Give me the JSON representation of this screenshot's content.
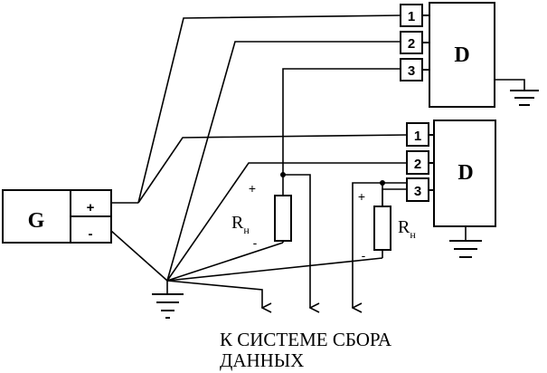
{
  "generator": {
    "label": "G",
    "plus": "+",
    "minus": "-"
  },
  "device_top": {
    "label": "D",
    "pins": [
      "1",
      "2",
      "3"
    ]
  },
  "device_bottom": {
    "label": "D",
    "pins": [
      "1",
      "2",
      "3"
    ]
  },
  "load_left": {
    "label": "R",
    "subscript": "н",
    "plus": "+",
    "minus": "-"
  },
  "load_right": {
    "label": "R",
    "subscript": "н",
    "plus": "+",
    "minus": "-"
  },
  "caption": {
    "line1": "К СИСТЕМЕ  СБОРА",
    "line2": "ДАННЫХ"
  }
}
